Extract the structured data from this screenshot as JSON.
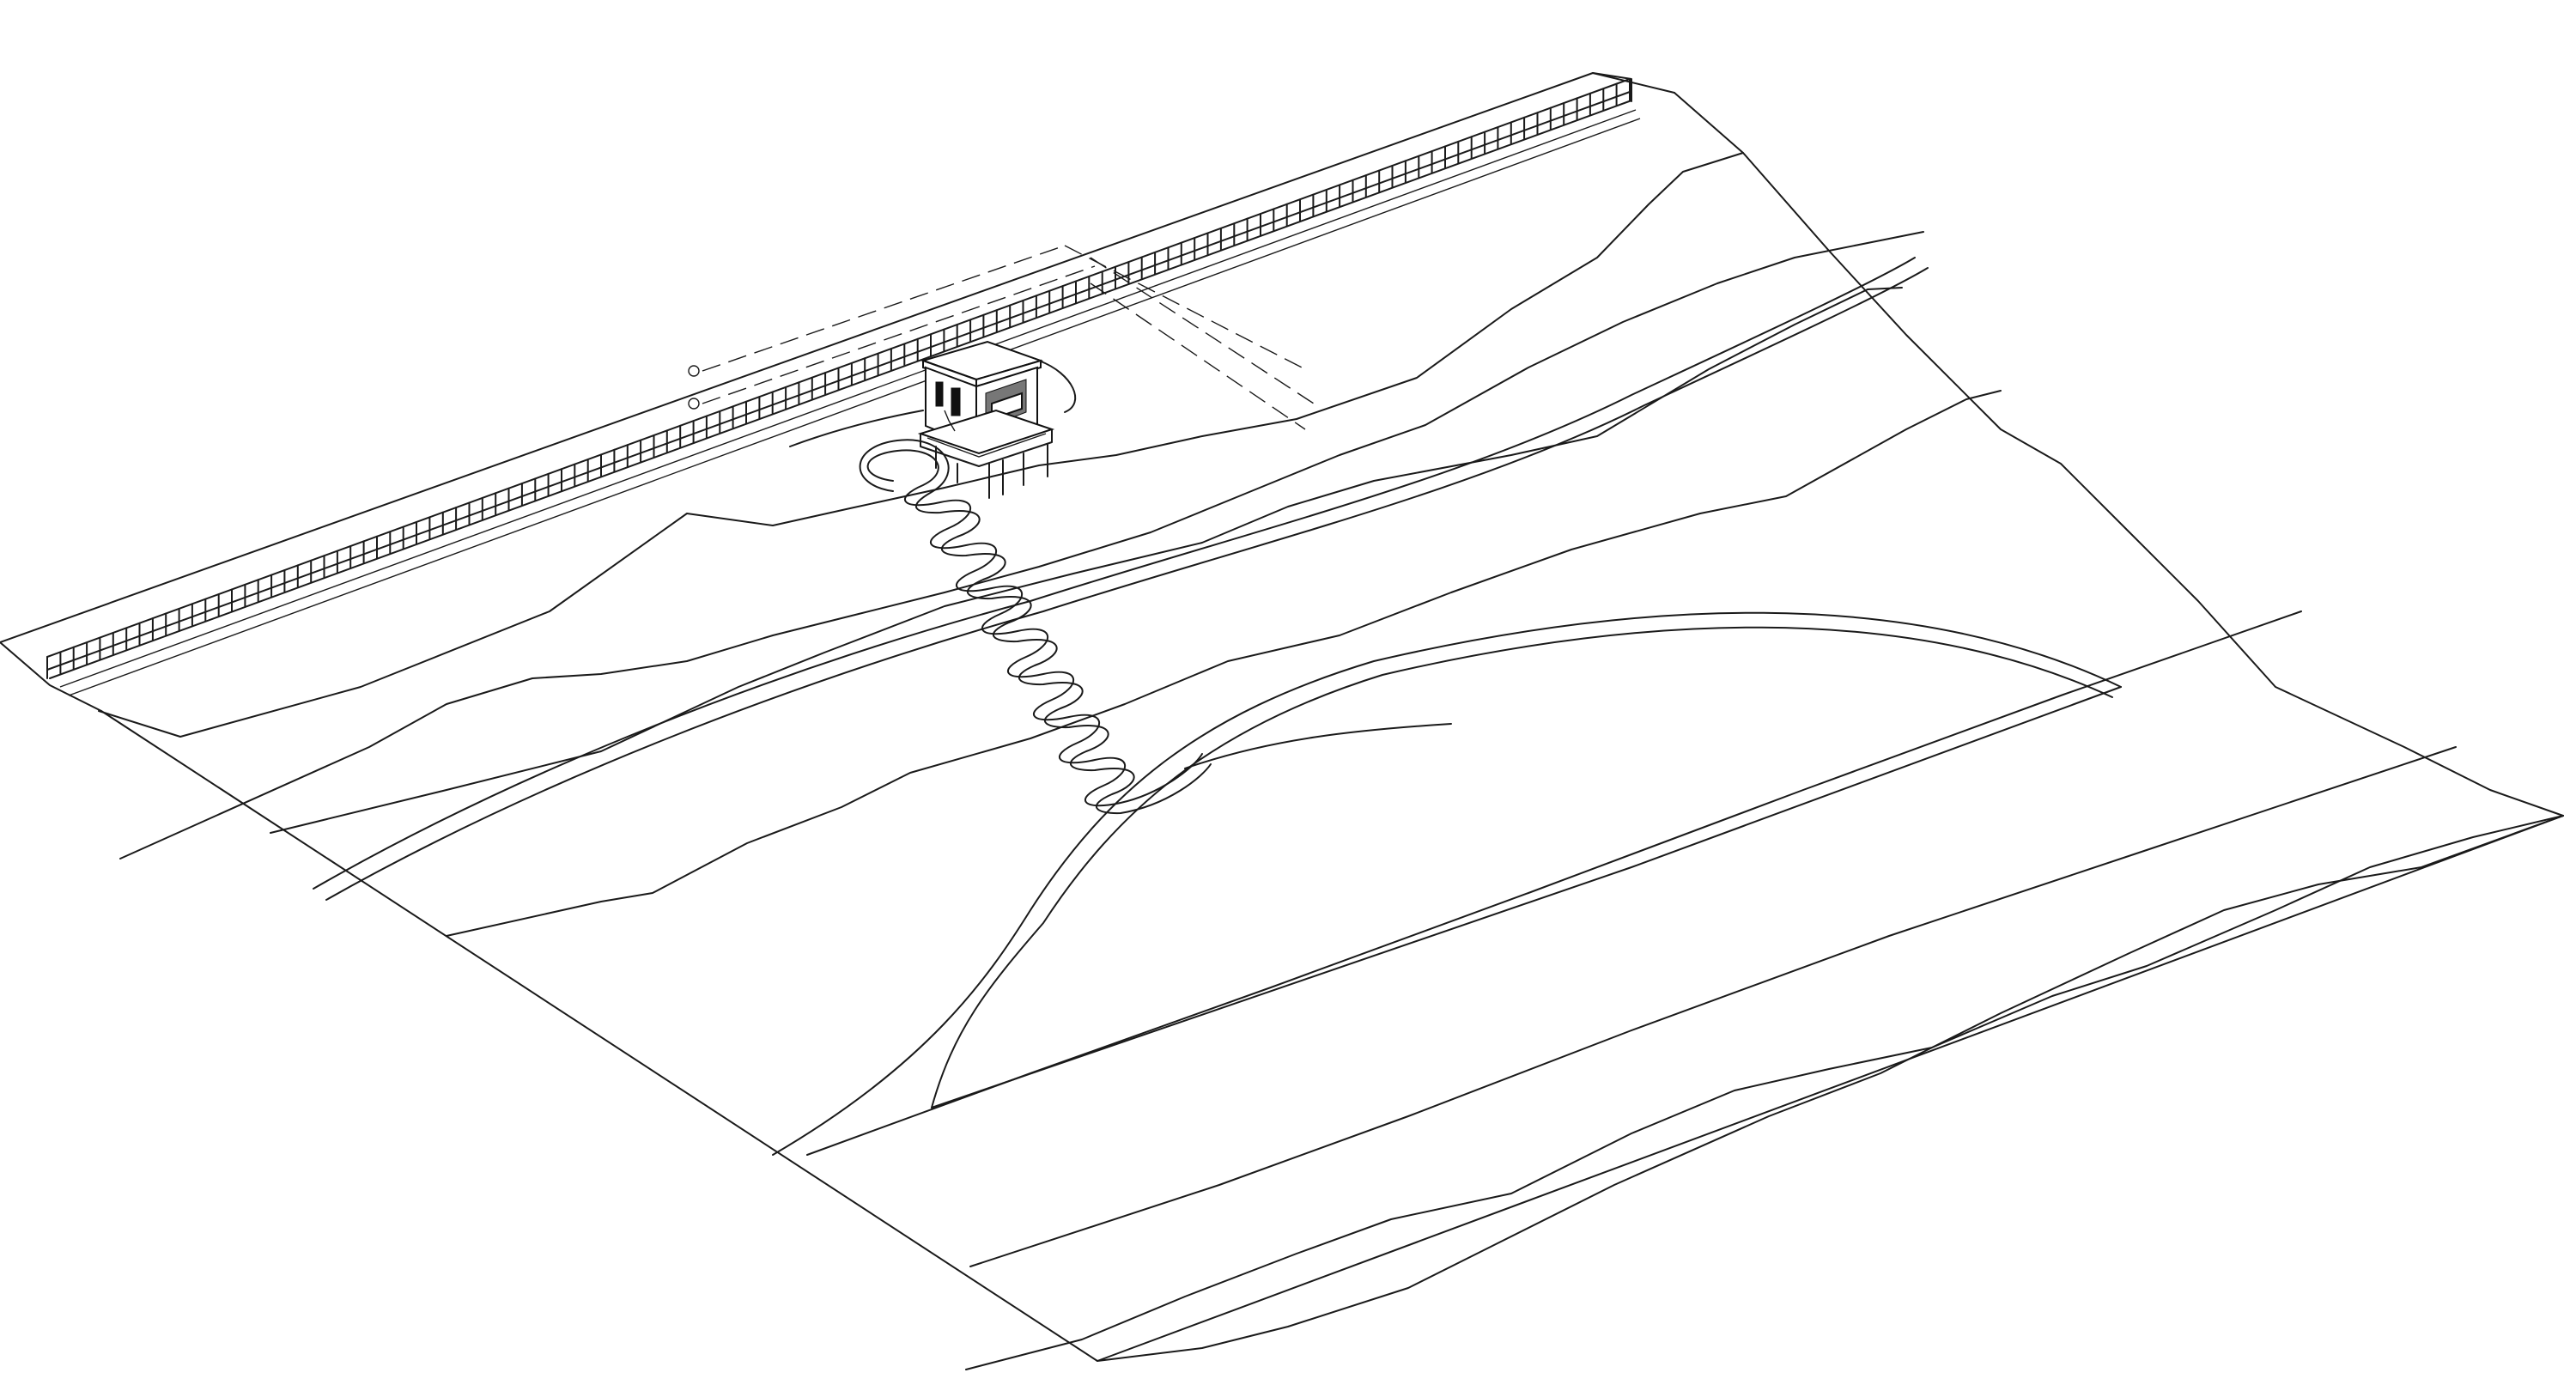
{
  "drawing": {
    "view": "axonometric",
    "colors": {
      "background": "#ffffff",
      "line": "#1a1a1a"
    },
    "elements": {
      "terrain": "sloped-terrain-surface",
      "contours": "contour-lines",
      "fence": "boundary-fence",
      "building": "cabin-on-stilts",
      "path": "switchback-path",
      "road": "access-road",
      "markers": "level-markers"
    }
  }
}
